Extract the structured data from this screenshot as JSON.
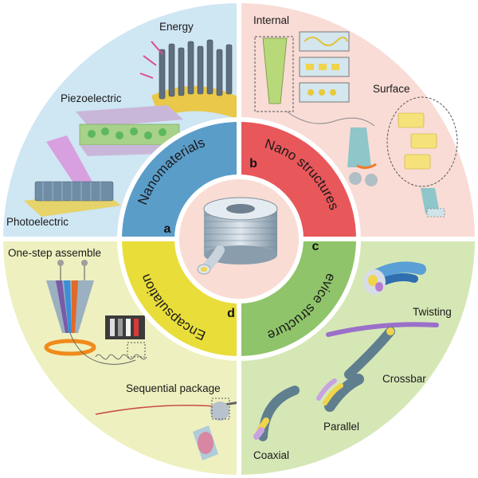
{
  "colors": {
    "q_top_left": "#cfe6f3",
    "q_top_right": "#f9dcd6",
    "q_bottom_left": "#eef0bf",
    "q_bottom_right": "#d6e7b6",
    "ring_nanomaterials": "#5b9dc9",
    "ring_nano_structures": "#e8575a",
    "ring_device_structures": "#8fc46a",
    "ring_encapsulation": "#e9dd3a",
    "center": "#f9dcd3",
    "divider": "#ffffff"
  },
  "segments": {
    "a": {
      "letter": "a",
      "label": "Nanomaterials"
    },
    "b": {
      "letter": "b",
      "label": "Nano structures"
    },
    "c": {
      "letter": "c",
      "label": "Device structures"
    },
    "d": {
      "letter": "d",
      "label": "Encapsulation"
    }
  },
  "labels": {
    "energy": "Energy",
    "piezoelectric": "Piezoelectric",
    "photoelectric": "Photoelectric",
    "internal": "Internal",
    "surface": "Surface",
    "one_step": "One-step assemble",
    "sequential": "Sequential package",
    "twisting": "Twisting",
    "crossbar": "Crossbar",
    "parallel": "Parallel",
    "coaxial": "Coaxial"
  }
}
